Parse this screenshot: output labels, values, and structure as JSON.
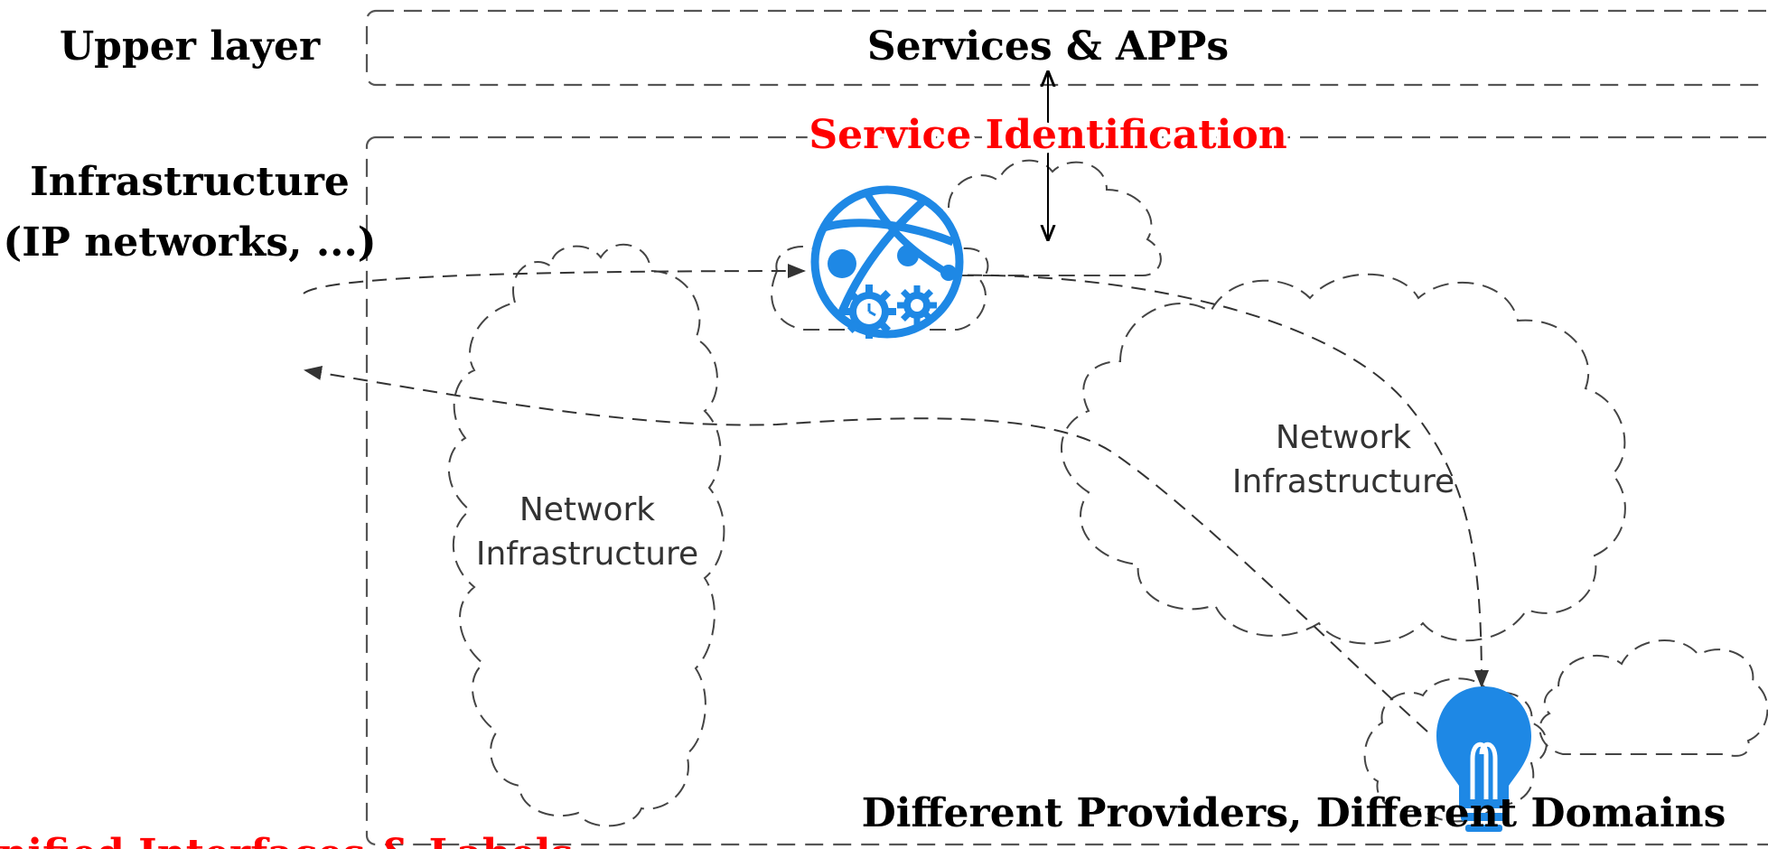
{
  "labels": {
    "upper_layer": "Upper layer",
    "services_apps": "Services & APPs",
    "service_identification": "Service Identification",
    "infrastructure_line1": "Infrastructure",
    "infrastructure_line2": "(IP networks, ...)",
    "network_left_line1": "Network",
    "network_left_line2": "Infrastructure",
    "network_right_line1": "Network",
    "network_right_line2": "Infrastructure",
    "providers": "Different Providers, Different Domains",
    "bottom_cut": "Unified Interfaces & Labels"
  },
  "icons": {
    "network_controller": "globe-gears-icon",
    "endpoint": "lightbulb-icon"
  },
  "colors": {
    "text": "#000000",
    "highlight": "#ff0000",
    "icon_blue": "#1e88e5",
    "dashed_line": "#4a4a4a"
  }
}
